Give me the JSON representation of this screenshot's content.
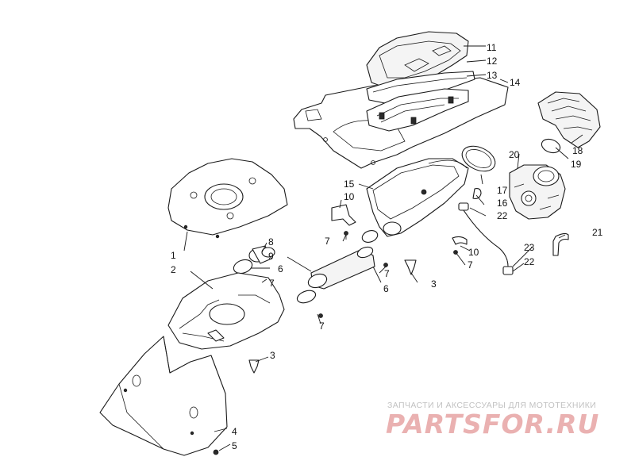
{
  "watermark": {
    "caption": "ЗАПЧАСТИ И АКСЕССУАРЫ ДЛЯ МОТОТЕХНИКИ",
    "brand": "PARTSFOR.RU",
    "brand_color": "#eab1b1",
    "caption_color": "#c2c2c2"
  },
  "callouts": [
    {
      "id": "c11",
      "label": "11"
    },
    {
      "id": "c12",
      "label": "12"
    },
    {
      "id": "c13",
      "label": "13"
    },
    {
      "id": "c14",
      "label": "14"
    },
    {
      "id": "c18",
      "label": "18"
    },
    {
      "id": "c19",
      "label": "19"
    },
    {
      "id": "c20",
      "label": "20"
    },
    {
      "id": "c15",
      "label": "15"
    },
    {
      "id": "c10a",
      "label": "10"
    },
    {
      "id": "c17",
      "label": "17"
    },
    {
      "id": "c16",
      "label": "16"
    },
    {
      "id": "c22a",
      "label": "22"
    },
    {
      "id": "c7a",
      "label": "7"
    },
    {
      "id": "c8",
      "label": "8"
    },
    {
      "id": "c9",
      "label": "9"
    },
    {
      "id": "c1",
      "label": "1"
    },
    {
      "id": "c2",
      "label": "2"
    },
    {
      "id": "c6a",
      "label": "6"
    },
    {
      "id": "c7b",
      "label": "7"
    },
    {
      "id": "c7c",
      "label": "7"
    },
    {
      "id": "c6b",
      "label": "6"
    },
    {
      "id": "c3a",
      "label": "3"
    },
    {
      "id": "c10b",
      "label": "10"
    },
    {
      "id": "c7d",
      "label": "7"
    },
    {
      "id": "c23",
      "label": "23"
    },
    {
      "id": "c21",
      "label": "21"
    },
    {
      "id": "c22b",
      "label": "22"
    },
    {
      "id": "c7e",
      "label": "7"
    },
    {
      "id": "c3b",
      "label": "3"
    },
    {
      "id": "c4",
      "label": "4"
    },
    {
      "id": "c5",
      "label": "5"
    }
  ]
}
